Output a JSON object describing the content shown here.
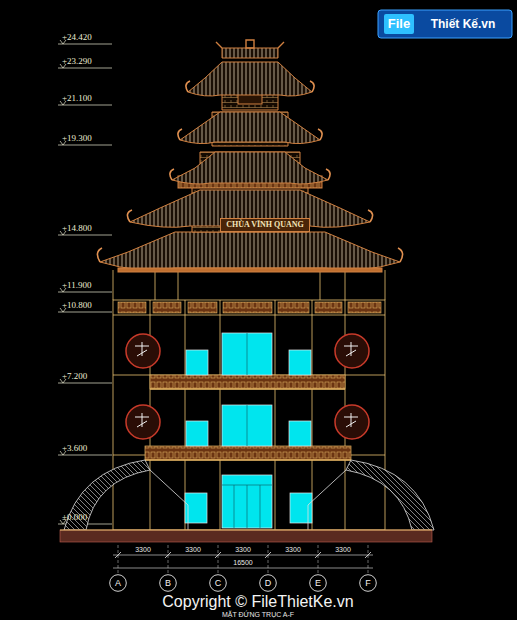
{
  "diagram": {
    "caption": "MẶT ĐỨNG TRỤC A-F",
    "nodes": [
      {
        "text": [
          "CHÙA VĨNH QUANG"
        ]
      },
      {
        "text": [
          "A"
        ]
      },
      {
        "text": [
          "B"
        ]
      },
      {
        "text": [
          "C"
        ]
      },
      {
        "text": [
          "D"
        ]
      },
      {
        "text": [
          "E"
        ]
      },
      {
        "text": [
          "F"
        ]
      }
    ],
    "labels": [
      "+24.420",
      "+23.290",
      "+21.100",
      "+19.300",
      "+14.800",
      "+11.900",
      "+10.800",
      "+7.200",
      "+3.600",
      "±0.000",
      "3300",
      "3300",
      "3300",
      "3300",
      "3300",
      "16500",
      "Copyright © FileThietKe.vn",
      "File",
      "Thiết Kế.vn"
    ]
  }
}
